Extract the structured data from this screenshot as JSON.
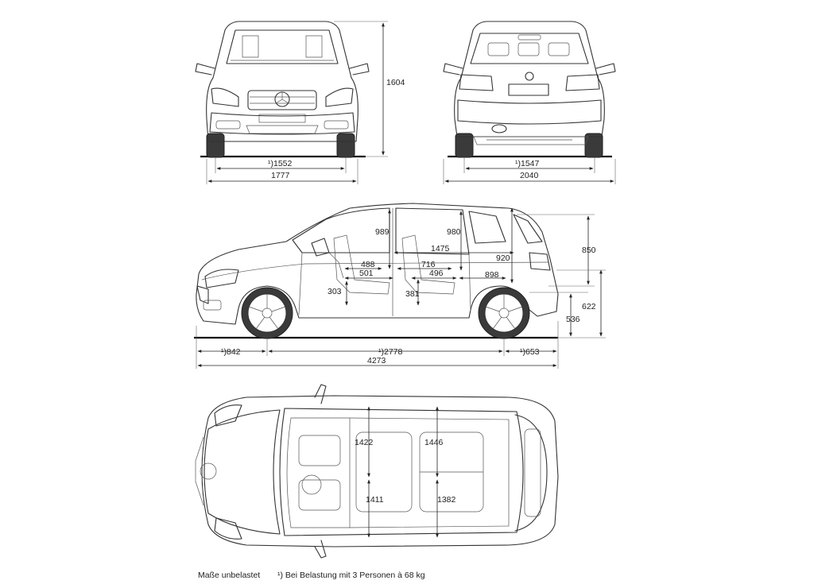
{
  "views": {
    "front": {
      "height": "1604",
      "track": "¹)1552",
      "width": "1777"
    },
    "rear": {
      "track": "¹)1547",
      "width_mirrors": "2040"
    },
    "side": {
      "headroom_front": "989",
      "headroom_rear": "980",
      "luggage_length": "1475",
      "rear_seat_height": "920",
      "roof_to_belt": "850",
      "dim_488": "488",
      "dim_716": "716",
      "dim_501": "501",
      "dim_496": "496",
      "dim_898": "898",
      "seat_height_front": "303",
      "seat_height_rear": "381",
      "belt_height": "622",
      "wheel_center_height": "536",
      "front_overhang": "¹)842",
      "wheelbase": "¹)2778",
      "rear_overhang": "¹)653",
      "length": "4273"
    },
    "top": {
      "shoulder_front": "1422",
      "shoulder_rear": "1446",
      "elbow_front": "1411",
      "elbow_rear": "1382"
    }
  },
  "footer": {
    "unladen_note": "Maße unbelastet",
    "footnote": "¹) Bei Belastung mit 3 Personen à 68 kg"
  }
}
